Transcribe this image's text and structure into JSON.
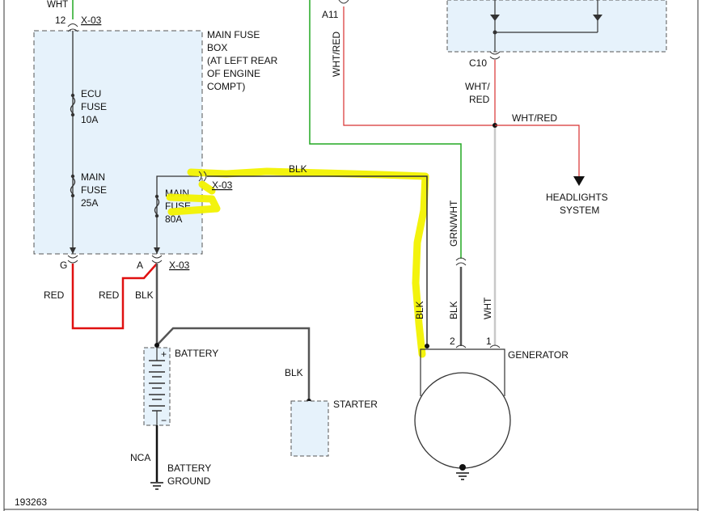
{
  "diagram": {
    "figure_id": "193263",
    "fuse_box": {
      "title": [
        "MAIN FUSE",
        "BOX",
        "(AT LEFT REAR",
        "OF ENGINE",
        "COMPT)"
      ],
      "ecu_fuse": [
        "ECU",
        "FUSE",
        "10A"
      ],
      "main_fuse_25": [
        "MAIN",
        "FUSE",
        "25A"
      ],
      "main_fuse_80": [
        "MAIN",
        "FUSE",
        "80A"
      ],
      "pin_top": "12",
      "connector_top": "X-03",
      "connector_right": "X-03",
      "pin_g": "G",
      "pin_a": "A",
      "connector_bottom": "X-03"
    },
    "wires": {
      "red_1": "RED",
      "red_2": "RED",
      "blk_battery": "BLK",
      "blk_top": "BLK",
      "blk_starter": "BLK",
      "blk_gen_1": "BLK",
      "blk_gen_2": "BLK",
      "grn_wht": "GRN/WHT",
      "wht": "WHT",
      "wht_red_vertical": "WHT/RED",
      "wht_red_c10": [
        "WHT/",
        "RED"
      ],
      "wht_red_branch": "WHT/RED",
      "nca": "NCA",
      "top_cut": "WHT"
    },
    "connectors": {
      "a11": "A11",
      "c10": "C10"
    },
    "components": {
      "battery": "BATTERY",
      "battery_plus": "+",
      "battery_minus": "−",
      "battery_ground": [
        "BATTERY",
        "GROUND"
      ],
      "starter": "STARTER",
      "generator": "GENERATOR",
      "gen_pin_1": "1",
      "gen_pin_2": "2",
      "headlights": [
        "HEADLIGHTS",
        "SYSTEM"
      ]
    },
    "colors": {
      "red": "#e01010",
      "green": "#22a822",
      "thin_red": "#d83030",
      "grey": "#c8c8c8",
      "dark": "#555555",
      "box_fill": "#e6f2fb",
      "highlight": "#f2f200"
    }
  }
}
